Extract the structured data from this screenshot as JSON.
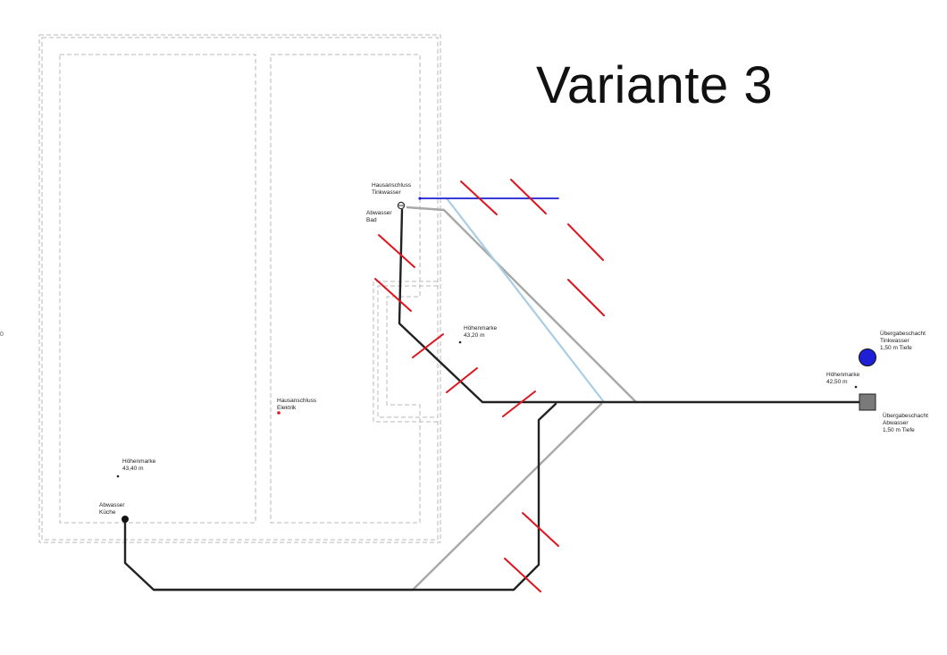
{
  "title": "Variante 3",
  "edge_mark": "0",
  "colors": {
    "drinking_water": "#1f1fd6",
    "drinking_water_light": "#a9cde6",
    "wastewater": "#222222",
    "alternative": "#a8a8a8",
    "strike": "#e0141e",
    "outline": "#b8b8b8",
    "electric": "#e0141e"
  },
  "labels": {
    "hausanschluss_trinkwasser": [
      "Hausanschluss",
      "Tinkwasser"
    ],
    "abwasser_bad": [
      "Abwasser",
      "Bad"
    ],
    "hoehenmarke_mitte": [
      "Höhenmarke",
      "43,20 m"
    ],
    "hausanschluss_elektrik": [
      "Hausanschluss",
      "Elektrik"
    ],
    "hoehenmarke_links": [
      "Höhenmarke",
      "43,40 m"
    ],
    "abwasser_kueche": [
      "Abwasser",
      "Küche"
    ],
    "uebergabeschacht_trinkwasser": [
      "Übergabeschacht",
      "Tinkwasser",
      "1,50 m Tiefe"
    ],
    "hoehenmarke_rechts": [
      "Höhenmarke",
      "42,50 m"
    ],
    "uebergabeschacht_abwasser": [
      "Übergabeschacht",
      "Abwasser",
      "1,50 m Tiefe"
    ]
  }
}
